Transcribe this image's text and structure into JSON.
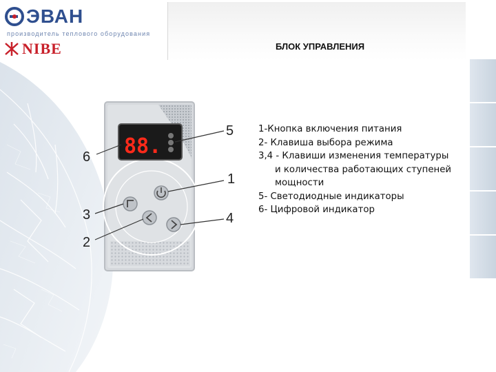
{
  "header": {
    "logo_evan": "ЭВАН",
    "tagline": "производитель теплового оборудования",
    "logo_nibe": "NIBE"
  },
  "title": "БЛОК УПРАВЛЕНИЯ",
  "device": {
    "display_text": "88.",
    "callouts": [
      "5",
      "6",
      "1",
      "3",
      "4",
      "2"
    ],
    "button_icons": [
      "power-icon",
      "mode-icon",
      "minus-icon",
      "plus-icon"
    ]
  },
  "legend": {
    "item1": "1-Кнопка включения питания",
    "item2": "2- Клавиша выбора режима",
    "item3_line1": "3,4 -  Клавиши изменения температуры",
    "item3_line2": "и количества работающих ступеней",
    "item3_line3": "мощности",
    "item5": "5- Светодиодные индикаторы",
    "item6": "6- Цифровой индикатор"
  },
  "colors": {
    "brand_blue": "#2f4f8f",
    "nibe_red": "#c8202a",
    "display_red": "#ff2a1a"
  }
}
